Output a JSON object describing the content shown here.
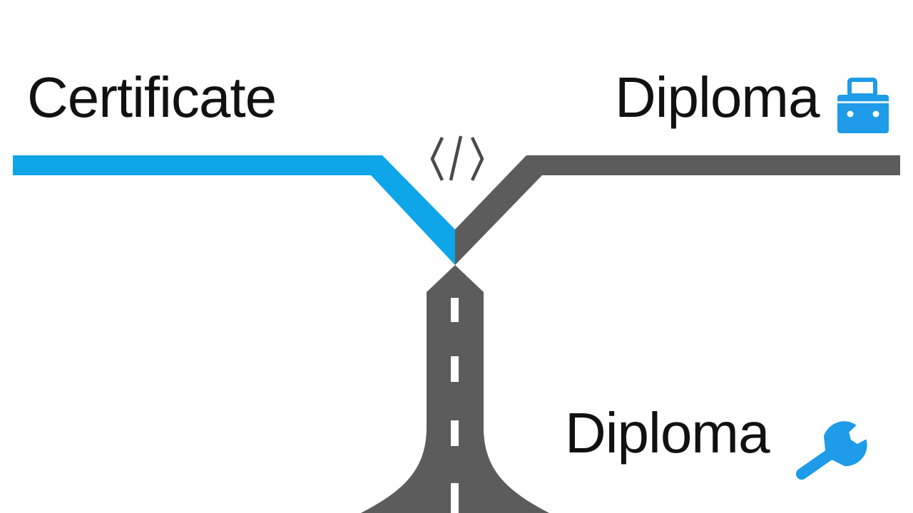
{
  "labels": {
    "left": "Certificate",
    "right": "Diploma",
    "bottom": "Diploma"
  },
  "junction_symbol": "</>",
  "icons": {
    "right": "toolbox-icon",
    "bottom": "wrench-icon",
    "junction": "code-icon"
  },
  "colors": {
    "left_path": "#0ea5e9",
    "right_path": "#5c5c5c",
    "road": "#5c5c5c",
    "road_marking": "#ffffff",
    "icon_accent": "#1e9be9",
    "text": "#111111",
    "background": "#ffffff"
  }
}
